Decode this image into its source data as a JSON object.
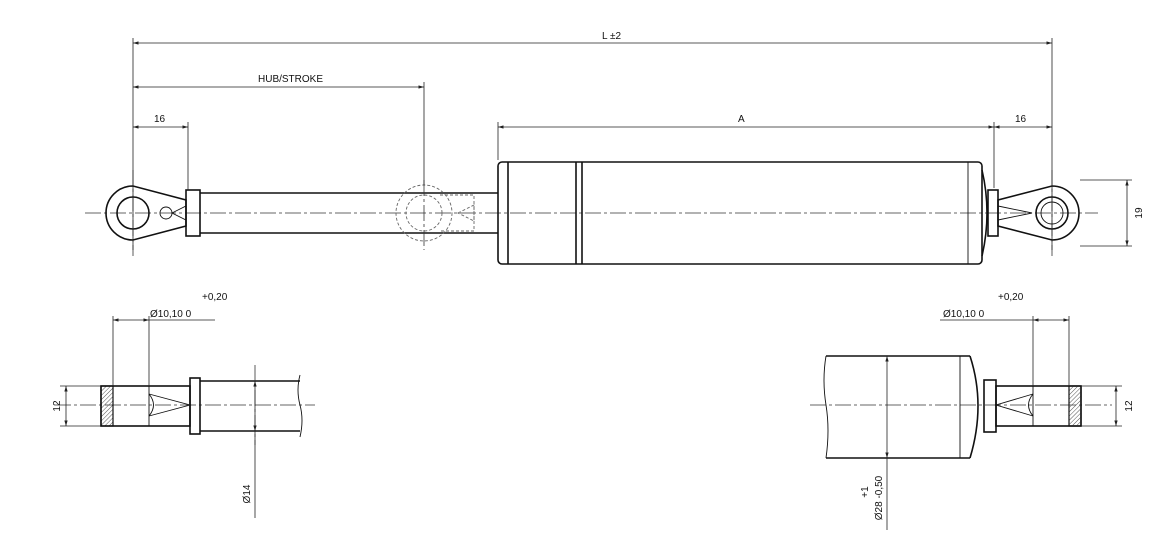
{
  "labels": {
    "overall_length": "L ±2",
    "stroke": "HUB/STROKE",
    "left_eye_offset": "16",
    "body_length": "A",
    "right_eye_offset": "16",
    "eye_width": "19",
    "left_bore_tol": "+0,20",
    "left_bore_dia": "Ø10,10   0",
    "left_eye_thickness": "12",
    "rod_dia": "Ø14",
    "right_bore_tol": "+0,20",
    "right_bore_dia": "Ø10,10   0",
    "right_eye_thickness": "12",
    "body_dia_tol": "+1",
    "body_dia": "Ø28  -0,50"
  }
}
